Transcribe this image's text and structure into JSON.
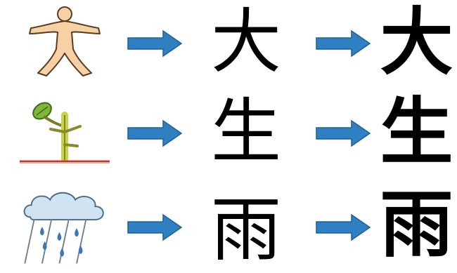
{
  "rows": [
    {
      "picture": "person-figure-icon",
      "ancient": "大",
      "modern": "大"
    },
    {
      "picture": "sprout-icon",
      "ancient": "生",
      "modern": "生"
    },
    {
      "picture": "rain-cloud-icon",
      "ancient": "雨",
      "modern": "雨"
    }
  ],
  "colors": {
    "arrow": "#2f80c3",
    "arrow_edge": "#1f5f99",
    "skin": "#f7d0a6",
    "leaf": "#7db83a",
    "stem": "#c7d44a",
    "cloud": "#cfe3f2",
    "rain": "#3a78b8"
  }
}
